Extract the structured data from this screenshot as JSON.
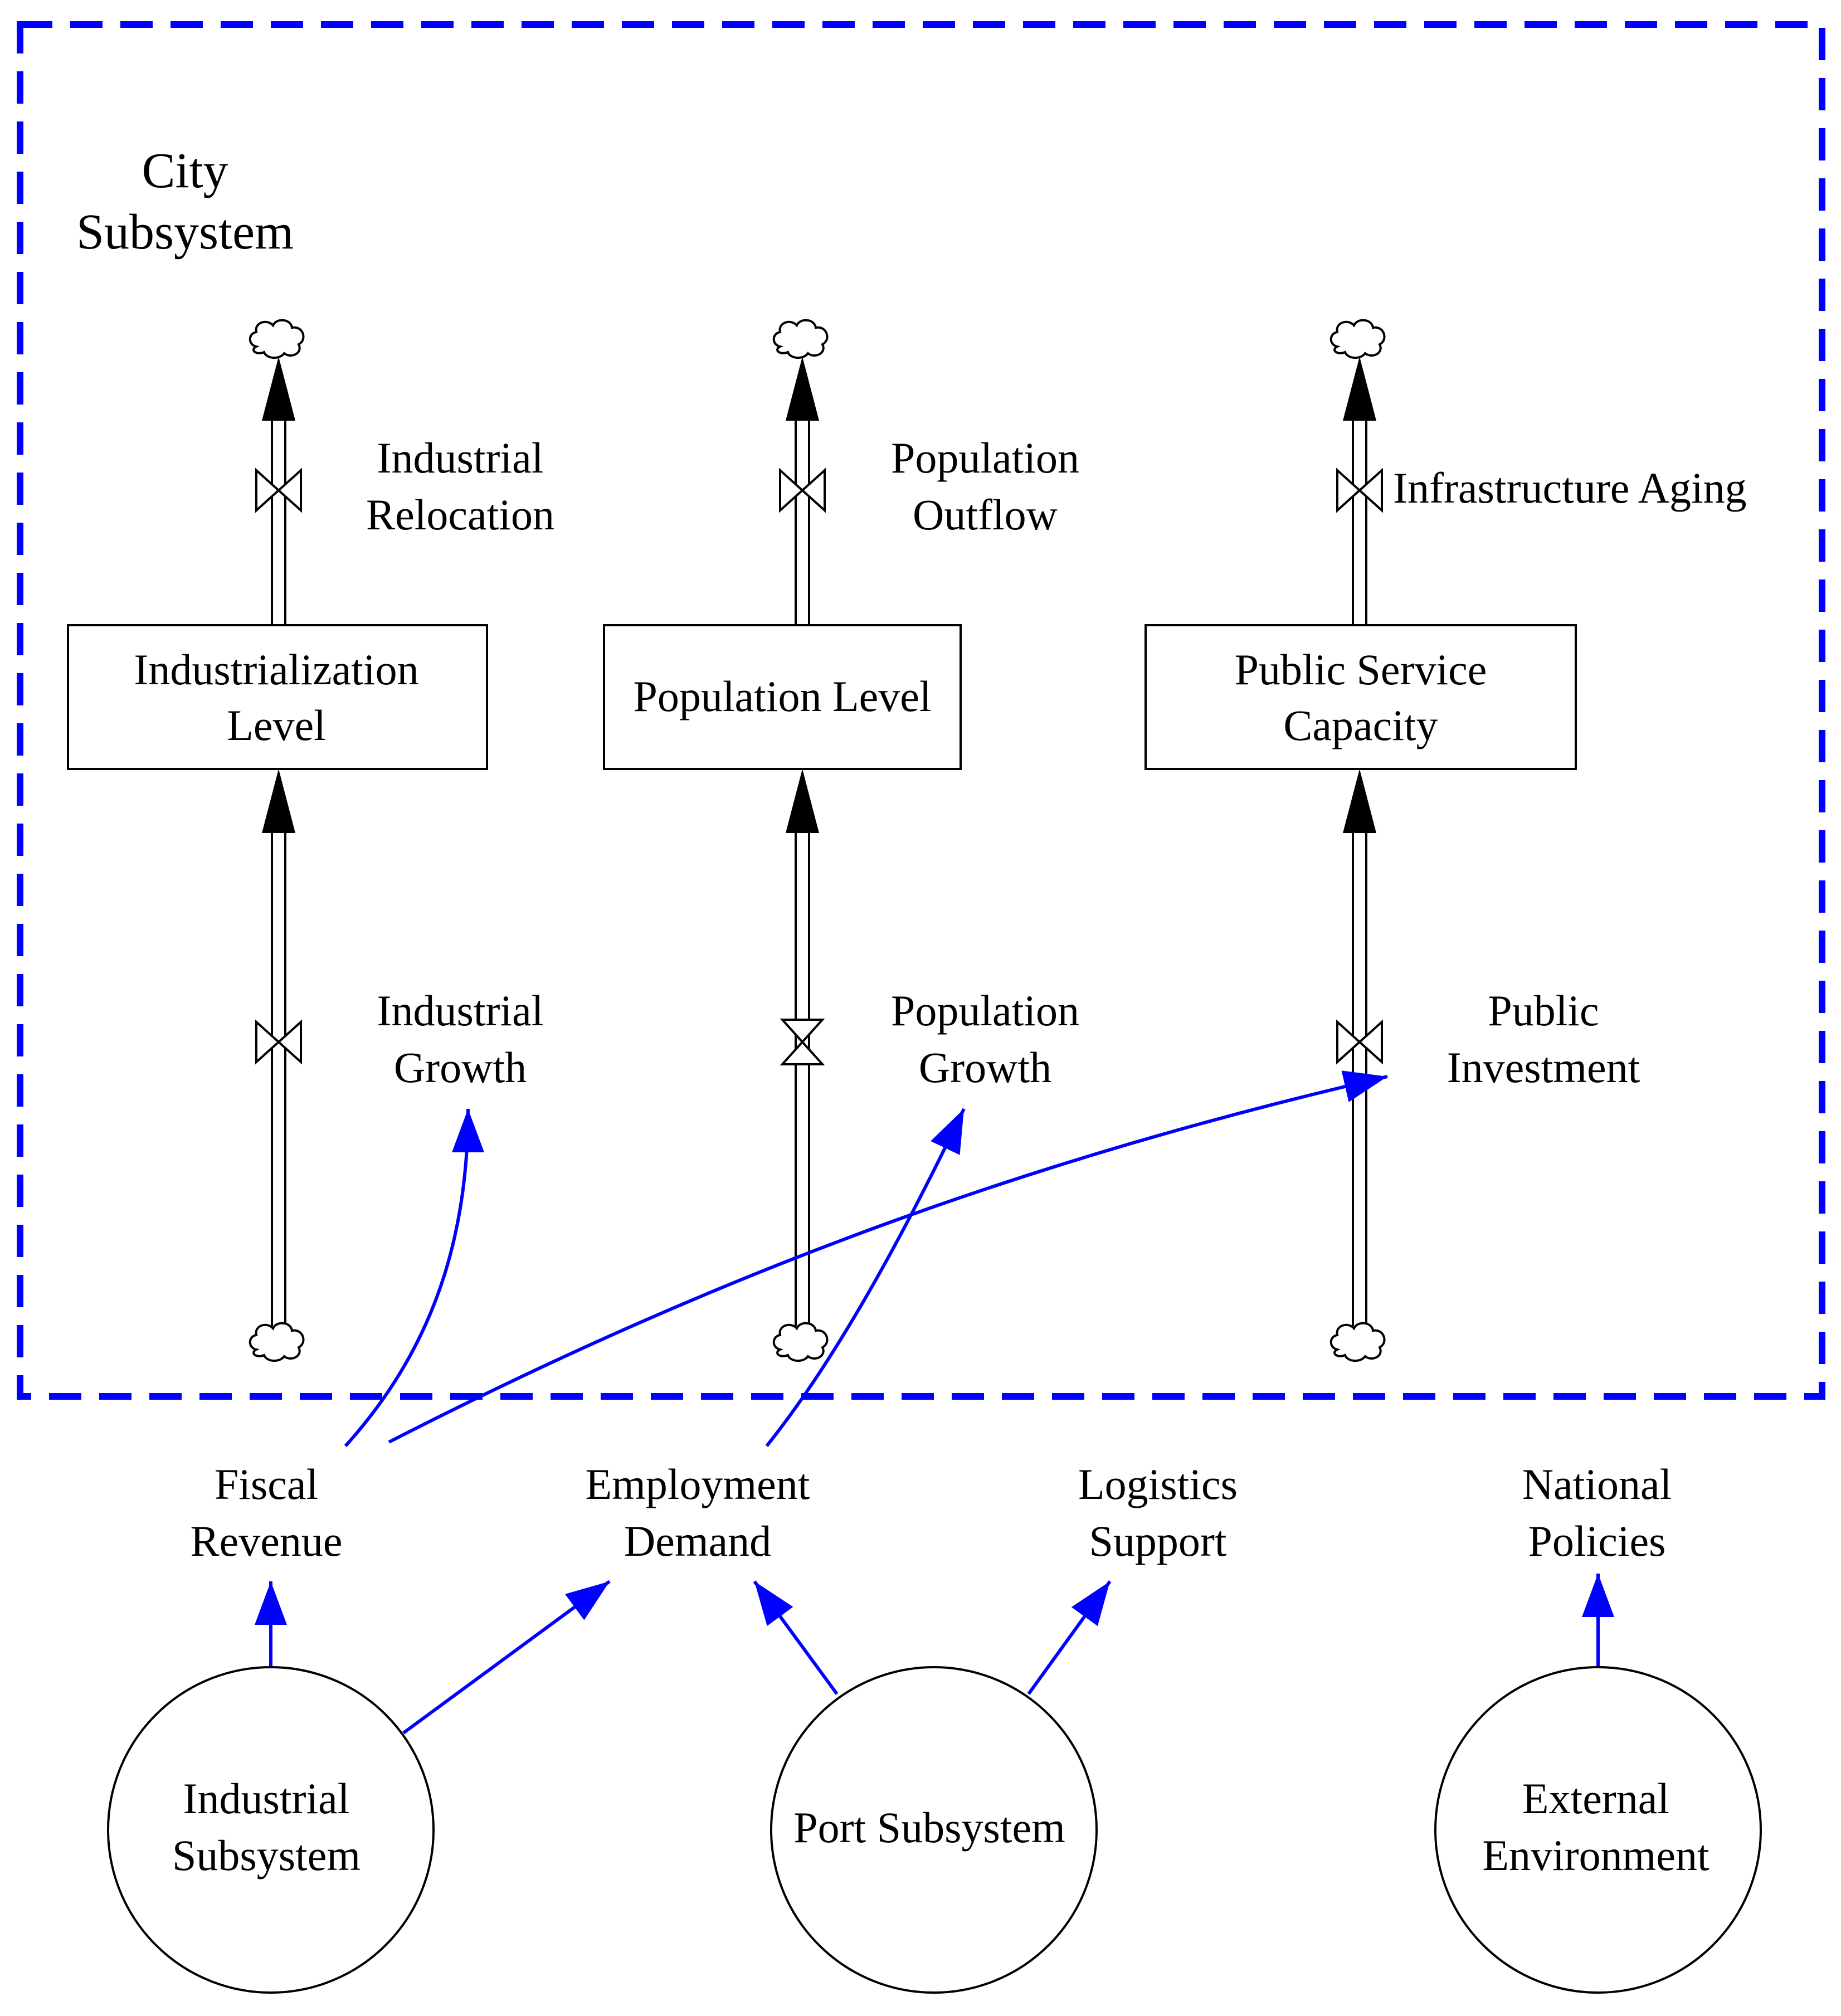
{
  "diagram": {
    "boundary": {
      "title_line1": "City",
      "title_line2": "Subsystem",
      "color": "#0000ff"
    },
    "stocks": {
      "industrialization": {
        "line1": "Industrialization",
        "line2": "Level"
      },
      "population": {
        "line1": "Population Level"
      },
      "public_service": {
        "line1": "Public Service",
        "line2": "Capacity"
      }
    },
    "outflows": {
      "industrial_relocation": {
        "line1": "Industrial",
        "line2": "Relocation"
      },
      "population_outflow": {
        "line1": "Population",
        "line2": "Outflow"
      },
      "infrastructure_aging": {
        "line1": "Infrastructure Aging"
      }
    },
    "inflows": {
      "industrial_growth": {
        "line1": "Industrial",
        "line2": "Growth"
      },
      "population_growth": {
        "line1": "Population",
        "line2": "Growth"
      },
      "public_investment": {
        "line1": "Public",
        "line2": "Investment"
      }
    },
    "auxiliaries": {
      "fiscal_revenue": {
        "line1": "Fiscal",
        "line2": "Revenue"
      },
      "employment_demand": {
        "line1": "Employment",
        "line2": "Demand"
      },
      "logistics_support": {
        "line1": "Logistics",
        "line2": "Support"
      },
      "national_policies": {
        "line1": "National",
        "line2": "Policies"
      }
    },
    "subsystems": {
      "industrial": {
        "line1": "Industrial",
        "line2": "Subsystem"
      },
      "port": {
        "line1": "Port Subsystem"
      },
      "external": {
        "line1": "External",
        "line2": "Environment"
      }
    },
    "colors": {
      "link": "#0000ff",
      "flow": "#000000"
    }
  }
}
